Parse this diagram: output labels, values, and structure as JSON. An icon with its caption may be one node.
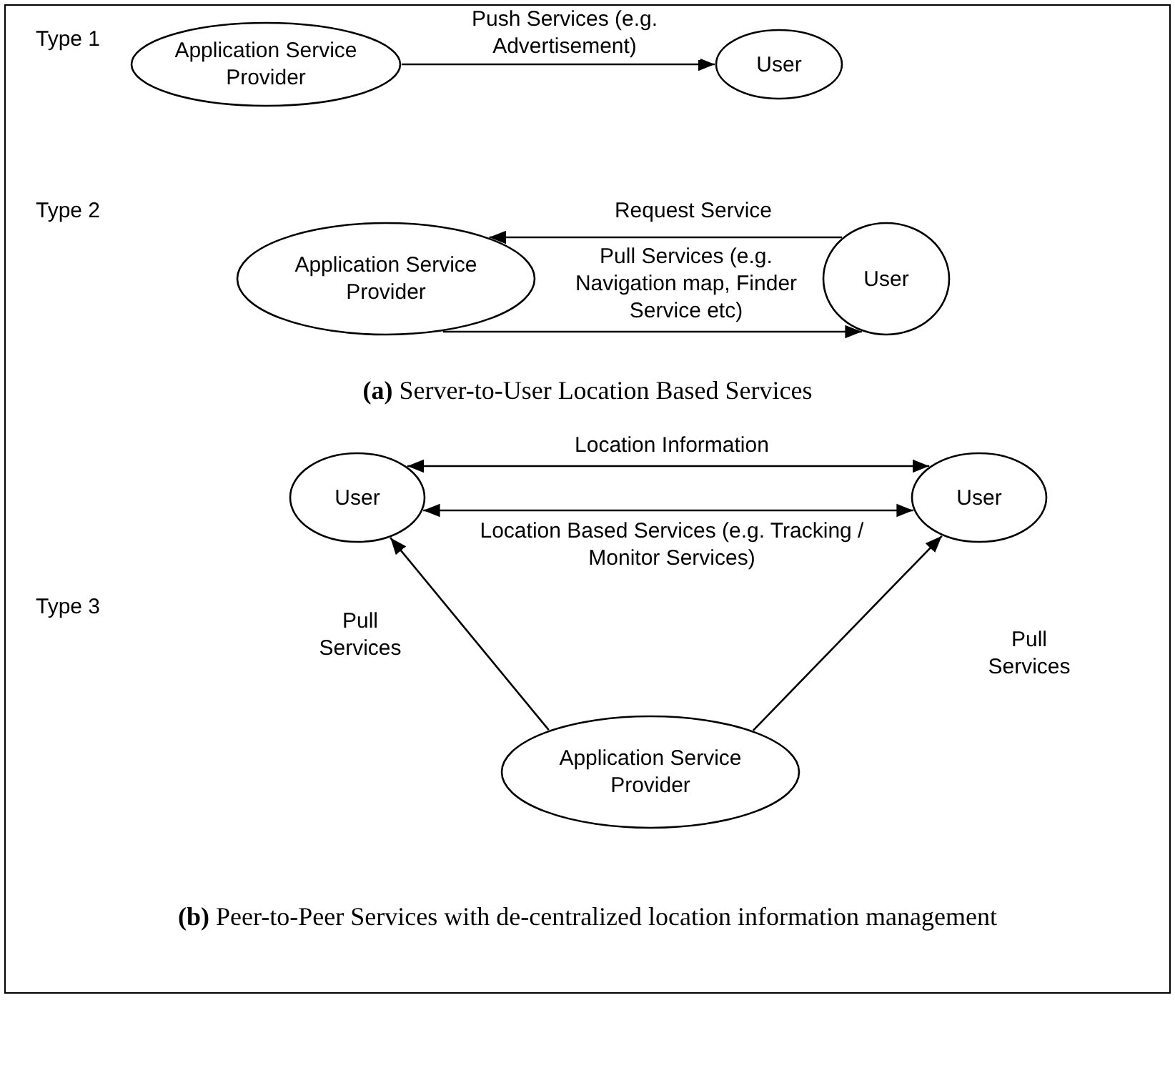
{
  "diagram": {
    "nodes": [
      {
        "text": [
          "Application Service Provider"
        ]
      },
      {
        "text": [
          "User"
        ]
      },
      {
        "text": [
          "Application Service Provider"
        ]
      },
      {
        "text": [
          "User"
        ]
      },
      {
        "text": [
          "User"
        ]
      },
      {
        "text": [
          "User"
        ]
      },
      {
        "text": [
          "Application Service Provider"
        ]
      }
    ],
    "edges": [
      {
        "from": 0,
        "to": 1,
        "arrow": "to",
        "label": "Push Services (e.g. Advertisement)"
      },
      {
        "from": 3,
        "to": 2,
        "arrow": "to",
        "label": "Request Service"
      },
      {
        "from": 2,
        "to": 3,
        "arrow": "to",
        "label": "Pull Services (e.g. Navigation map, Finder Service etc)"
      },
      {
        "from": 4,
        "to": 5,
        "arrow": "both",
        "label": "Location Information"
      },
      {
        "from": 4,
        "to": 5,
        "arrow": "both",
        "label": "Location Based Services (e.g. Tracking / Monitor Services)"
      },
      {
        "from": 6,
        "to": 4,
        "arrow": "to",
        "label": "Pull Services"
      },
      {
        "from": 6,
        "to": 5,
        "arrow": "to",
        "label": "Pull Services"
      }
    ],
    "labels": [
      "Type 1",
      "Type 2",
      "**(a)** Server-to-User Location Based Services",
      "Type 3",
      "**(b)** Peer-to-Peer Services with de-centralized location information management"
    ]
  }
}
